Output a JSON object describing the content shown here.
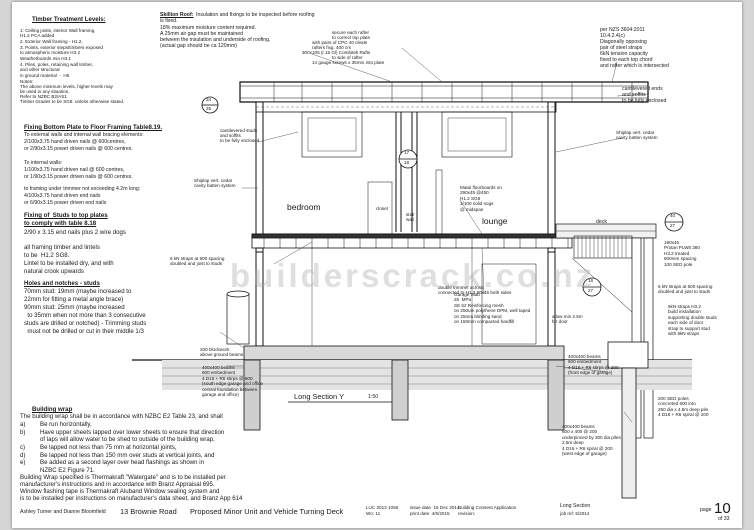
{
  "timber": {
    "title": "Timber Treatment Levels:",
    "lines": [
      "1: Ceiling joists, interior Wall framing,",
      "H1.2 PCA added",
      "2. Exterior Wall framing - H1.2,",
      "3. Points, exterior steps/timbers exposed",
      "to atmospheric moisture H3.2",
      "Weatherboards min H3.1",
      "4. Piles, poles, retaining wall timber,",
      "and other structural",
      "in ground material  -  H5",
      "Notes:",
      "The above minimum levels, higher levels may",
      "be used in any situation.",
      "Refer to NZBC B2/AS1",
      "Timber Grades to be SG8  unless otherwise stated."
    ]
  },
  "skillion": {
    "title": "Skillion Roof:",
    "lines": [
      "Insulation and fixings to be inspected before roofing",
      "is fixed.",
      "18% maximum moisture content required.",
      "A 25mm air gap must be maintained",
      "between the insulation and underside of roofing.",
      "(actual gap should be ca 120mm)"
    ]
  },
  "rafter_notes": [
    "secure each rafter",
    "to correct top plate",
    "with pairs of CPC 40 cleats",
    "rafters fixg. 400 crs",
    "300x105 (r.15 Gl) Combitek Rafts",
    "to side of rafter",
    "14 gauge screws x 35mm into plate"
  ],
  "nzs_notes": [
    "per NZS 3604:2011",
    "10.4.2.4(c)",
    "Diagonally opposing",
    "pair of steel straps",
    "6kN tension capacity",
    "fixed to each top chord",
    "and rafter which is intersected"
  ],
  "cantilever_note": [
    "cantilevered ends",
    "and soffits",
    "to be fully enclosed"
  ],
  "cantilever_left_note": [
    "cantilevered studs",
    "and soffits",
    "to be fully enclosed"
  ],
  "shiplap_right": [
    "Shiplap vert. cedar",
    "cavity batten system"
  ],
  "shiplap_left": [
    "Shiplap vert. cedar",
    "cavity batten system"
  ],
  "fixing": {
    "title": "Fixing Bottom Plate to Floor Framing Table8.19.",
    "lines": [
      "To external walls and internal wall bracing elements:",
      "2/100x3.75 hand driven nails @ 600centres,",
      "or 2/90x3.15 power driven nails @ 600 centres.",
      "",
      "To internal walls:",
      "1/100x3.75 hand driven nail @ 600 centres,",
      "or 1/90x3.15 power driven nails @ 600 centres.",
      "",
      "to framing under trimmer not exceeding 4.2m long:",
      "4/100x3.75 hand driven end nails",
      "or 6/90x3.15 power driven end nails"
    ]
  },
  "studs": {
    "title1": "Fixing of  Studs to top plates",
    "title2": "to comply with table 8.18",
    "lines": [
      "2/90 x 3.15 end nails plus 2 wire dogs",
      "",
      "all framing timber and lintels",
      "to be  H1.2 SG8.",
      "Lintel to be installed dry, and with",
      "natural crook upwards"
    ]
  },
  "holes": {
    "title": "Holes and notches - studs",
    "lines": [
      "70mm stud: 19mm (maybe increased to",
      "22mm for fitting a metal angle brace)",
      "90mm stud: 25mm (maybe increased",
      "  to 35mm when not more than 3 consecutive",
      "studs are drilled or notched) - Trimming studs",
      "  must not be drilled or cut in their middle 1/3"
    ]
  },
  "rooms": {
    "bedroom": "bedroom",
    "lounge": "lounge",
    "closet": "closet",
    "stair_wall": "stair\nwall",
    "deck": "deck"
  },
  "labels": {
    "matai": "Matai floorboards on\n290x45 @450\nH1.2 SG8\n1/100 solid nogs\n@ midspan",
    "strap_left": "6 kN straps at 600 spacing\ndoubled and joist to studs",
    "trimmer": "double trimmer across\nconnected to H1.2 90x45 both sides",
    "garage_slab": "Garage Slab\n25  MPa\nSE 62 Reinforcing mesh\non 250um polythene DPM, well taped\non 25mm blinding sand\non 150mm compacted hardfill",
    "allow": "allow min 2.5m\nfor door",
    "pile_blockwork": "200 blockwork\nabove ground beams",
    "beam_left": "400x400 beams\n600 embedment\n4 D16 + R6 stirps @ 600\n(south edge garage and office\ncentral foundation between\ngarage and office)",
    "beam_right": "400x400 beams\n600 embedment\n4 D16 + R6 stirps @ 200\n(front edge of garage)",
    "beam_bottom": "400x400 beams\n600 x 400 @ 200\nunderpinned by 300 dia piles\n2.5m deep\n4 D16 + R6 spiral @ 200\n(west edge of garage)",
    "posts": "200 SED poles\nconcreted 600 into\n250 dia x 4.5m deep pile\n4 D16 + R6 spiral @ 200",
    "protan": "190x45\nProtan PLW8 360\nH3.2 treated\n600mm spacing\n100 SED pole",
    "strap_right": "6 kN straps at 600 spacing\ndoubled and joist to studs",
    "lsb": "6kN straps H3.2\nbuild installation\nsupporting double studs\neach side of door\nstrap to support stud\nwith 6kN straps",
    "section": "Long Section Y",
    "scale": "1:50"
  },
  "callouts": [
    "34",
    "26",
    "17",
    "18",
    "40",
    "27",
    "16",
    "27"
  ],
  "building_wrap": {
    "title": "Building wrap",
    "intro": "The building wrap shall be in accordance with NZBC E2 Table 23, and shall",
    "items": [
      [
        "a)",
        "Be run horizontally,"
      ],
      [
        "b)",
        "Have upper sheets lapped over lower sheets to ensure that direction"
      ],
      [
        "",
        "of laps will allow water to be shed to outside of the building wrap,"
      ],
      [
        "c)",
        "Be lapped not less than 75 mm at horizontal joints,"
      ],
      [
        "d)",
        "Be lapped not less than 150 mm over studs at vertical joints, and"
      ],
      [
        "e)",
        "Be added as a second layer over head flashings as shown in"
      ],
      [
        "",
        "NZBC E2 Figure 71."
      ]
    ],
    "spec": [
      "Building Wrap specified is Thermakraft \"Watergate\" and is to be installed per",
      "manufacturer's instructions and in accordance with Branz Appraisal 695.",
      "Window flashing tape is Thermakraft Aluband Window sealing system and",
      "is to be installed per instructions on manufacturer's data sheet, and Branz App 614"
    ]
  },
  "footer": {
    "owner": "Ashley Turner and Dianne Bloomfield",
    "address": "13 Brownie Road",
    "project": "Proposed Minor Unit and Vehicle Turning Deck",
    "luc": "LUC 2013 1055",
    "wo": "Wo: 11",
    "issue": "issue date  16 Dec 2014",
    "print": "print date  4/6/2015",
    "consent": "Building Consent Application",
    "revision": "revision:",
    "section": "Long Section",
    "job": "job ref: 5/2014",
    "page_word": "page",
    "page_num": "10",
    "page_total": "of 33"
  },
  "watermark": "builderscrack.co.nz"
}
